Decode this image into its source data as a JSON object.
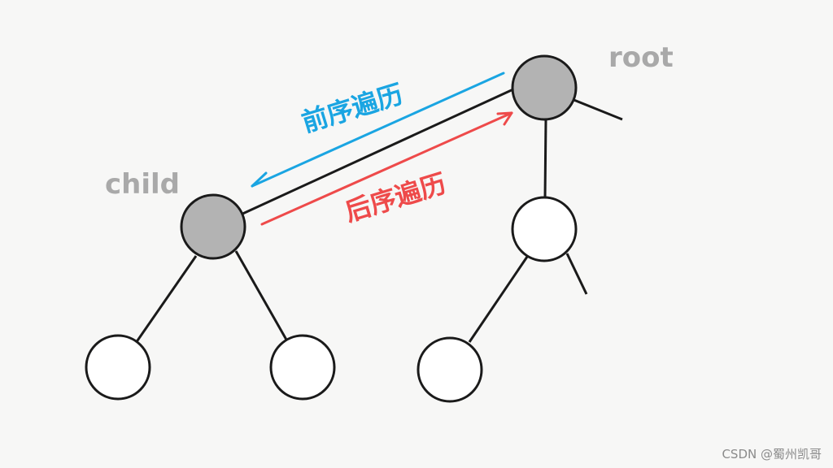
{
  "labels": {
    "root": "root",
    "child": "child",
    "preorder": "前序遍历",
    "postorder": "后序遍历"
  },
  "watermark": "CSDN @蜀州凯哥",
  "colors": {
    "background": "#f7f7f6",
    "highlighted_node_fill": "#b3b3b3",
    "node_fill": "#ffffff",
    "edge": "#1a1a1a",
    "preorder_arrow": "#1aa5e2",
    "postorder_arrow": "#ee4a4a",
    "node_label": "#a9a9a9"
  }
}
